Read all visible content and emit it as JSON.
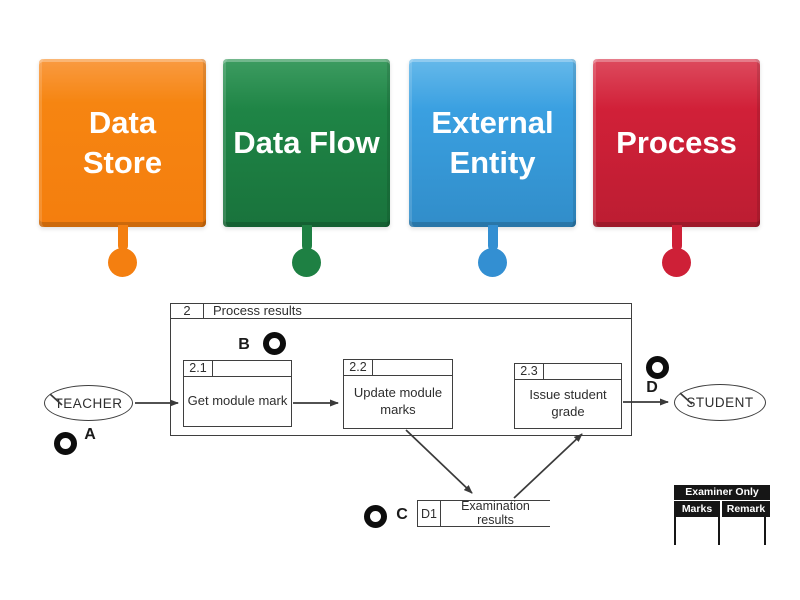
{
  "activity": {
    "type_hint": "labelled-diagram",
    "background_color": "#ffffff"
  },
  "cards": [
    {
      "label": "Data Store",
      "color": "#F68511"
    },
    {
      "label": "Data Flow",
      "color": "#1F8546"
    },
    {
      "label": "External Entity",
      "color": "#3AA0E1"
    },
    {
      "label": "Process",
      "color": "#D12038"
    }
  ],
  "diagram": {
    "context_process": {
      "number": "2",
      "title": "Process results"
    },
    "sub_processes": [
      {
        "number": "2.1",
        "name": "Get module mark"
      },
      {
        "number": "2.2",
        "name": "Update module marks"
      },
      {
        "number": "2.3",
        "name": "Issue student grade"
      }
    ],
    "source_entity": "TEACHER",
    "target_entity": "STUDENT",
    "data_store": {
      "id": "D1",
      "name": "Examination results"
    },
    "answer_spots": [
      {
        "letter": "A"
      },
      {
        "letter": "B"
      },
      {
        "letter": "C"
      },
      {
        "letter": "D"
      }
    ],
    "examiner_table": {
      "title": "Examiner Only",
      "columns": [
        "Marks",
        "Remark"
      ]
    }
  }
}
